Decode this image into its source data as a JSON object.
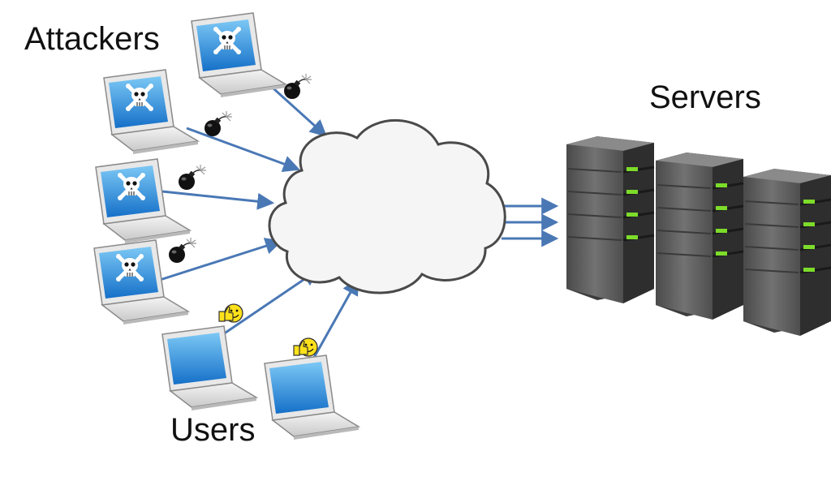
{
  "labels": {
    "attackers": "Attackers",
    "servers": "Servers",
    "users": "Users"
  },
  "colors": {
    "arrow": "#4a78b5",
    "screen": "#1e90e0",
    "server_body": "#5a5a5a",
    "server_led": "#7ddc2a",
    "cloud_fill": "#f5f5f5",
    "cloud_stroke": "#4a4a4a",
    "smiley": "#ffe11a"
  },
  "icons": {
    "attacker": "skull-crossbones-icon",
    "bomb": "bomb-icon",
    "user": "thumbs-up-smiley-icon",
    "laptop": "laptop-icon",
    "server": "server-tower-icon",
    "network": "cloud-icon"
  },
  "counts": {
    "attackers": 4,
    "users": 2,
    "servers": 3
  }
}
